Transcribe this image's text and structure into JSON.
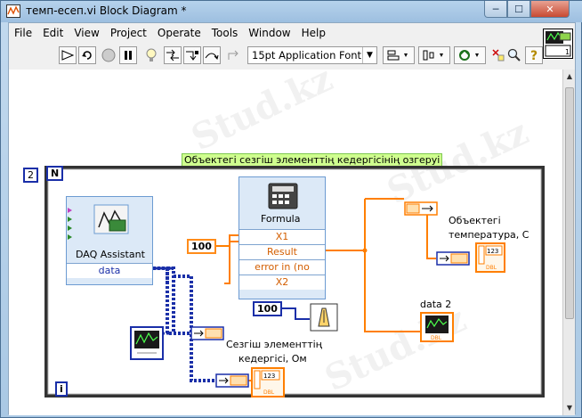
{
  "window": {
    "title": "темп-есеп.vi Block Diagram *",
    "min_label": "─",
    "max_label": "☐",
    "close_label": "✕"
  },
  "menu": [
    "File",
    "Edit",
    "View",
    "Project",
    "Operate",
    "Tools",
    "Window",
    "Help"
  ],
  "toolbar": {
    "font": "15pt Application Font",
    "font_arrow": "▼"
  },
  "connector_pane": {
    "badge": "1"
  },
  "diagram": {
    "comment": "Объектегі сезгіш элементтің кедергісінің озгеруі",
    "loop_count": "2",
    "loop_N": "N",
    "loop_i": "i",
    "daq": {
      "title": "DAQ Assistant",
      "output": "data"
    },
    "formula": {
      "title": "Formula",
      "rows": [
        "X1",
        "Result",
        "error in (no error)",
        "X2"
      ]
    },
    "const_x1": "100",
    "const_wait": "100",
    "label_temp": [
      "Объектегі",
      "температура, С"
    ],
    "label_data2": "data 2",
    "label_resist": [
      "Сезгіш элементтің",
      "кедергісі, Ом"
    ],
    "ind_text": "123",
    "ind_type": "DBL",
    "watermark": "Stud.kz"
  },
  "colors": {
    "wire_orange": "#ff7f00",
    "wire_dynamic": "#1a2fa8",
    "loop_border": "#333333",
    "comment_bg": "#cfff8f"
  }
}
